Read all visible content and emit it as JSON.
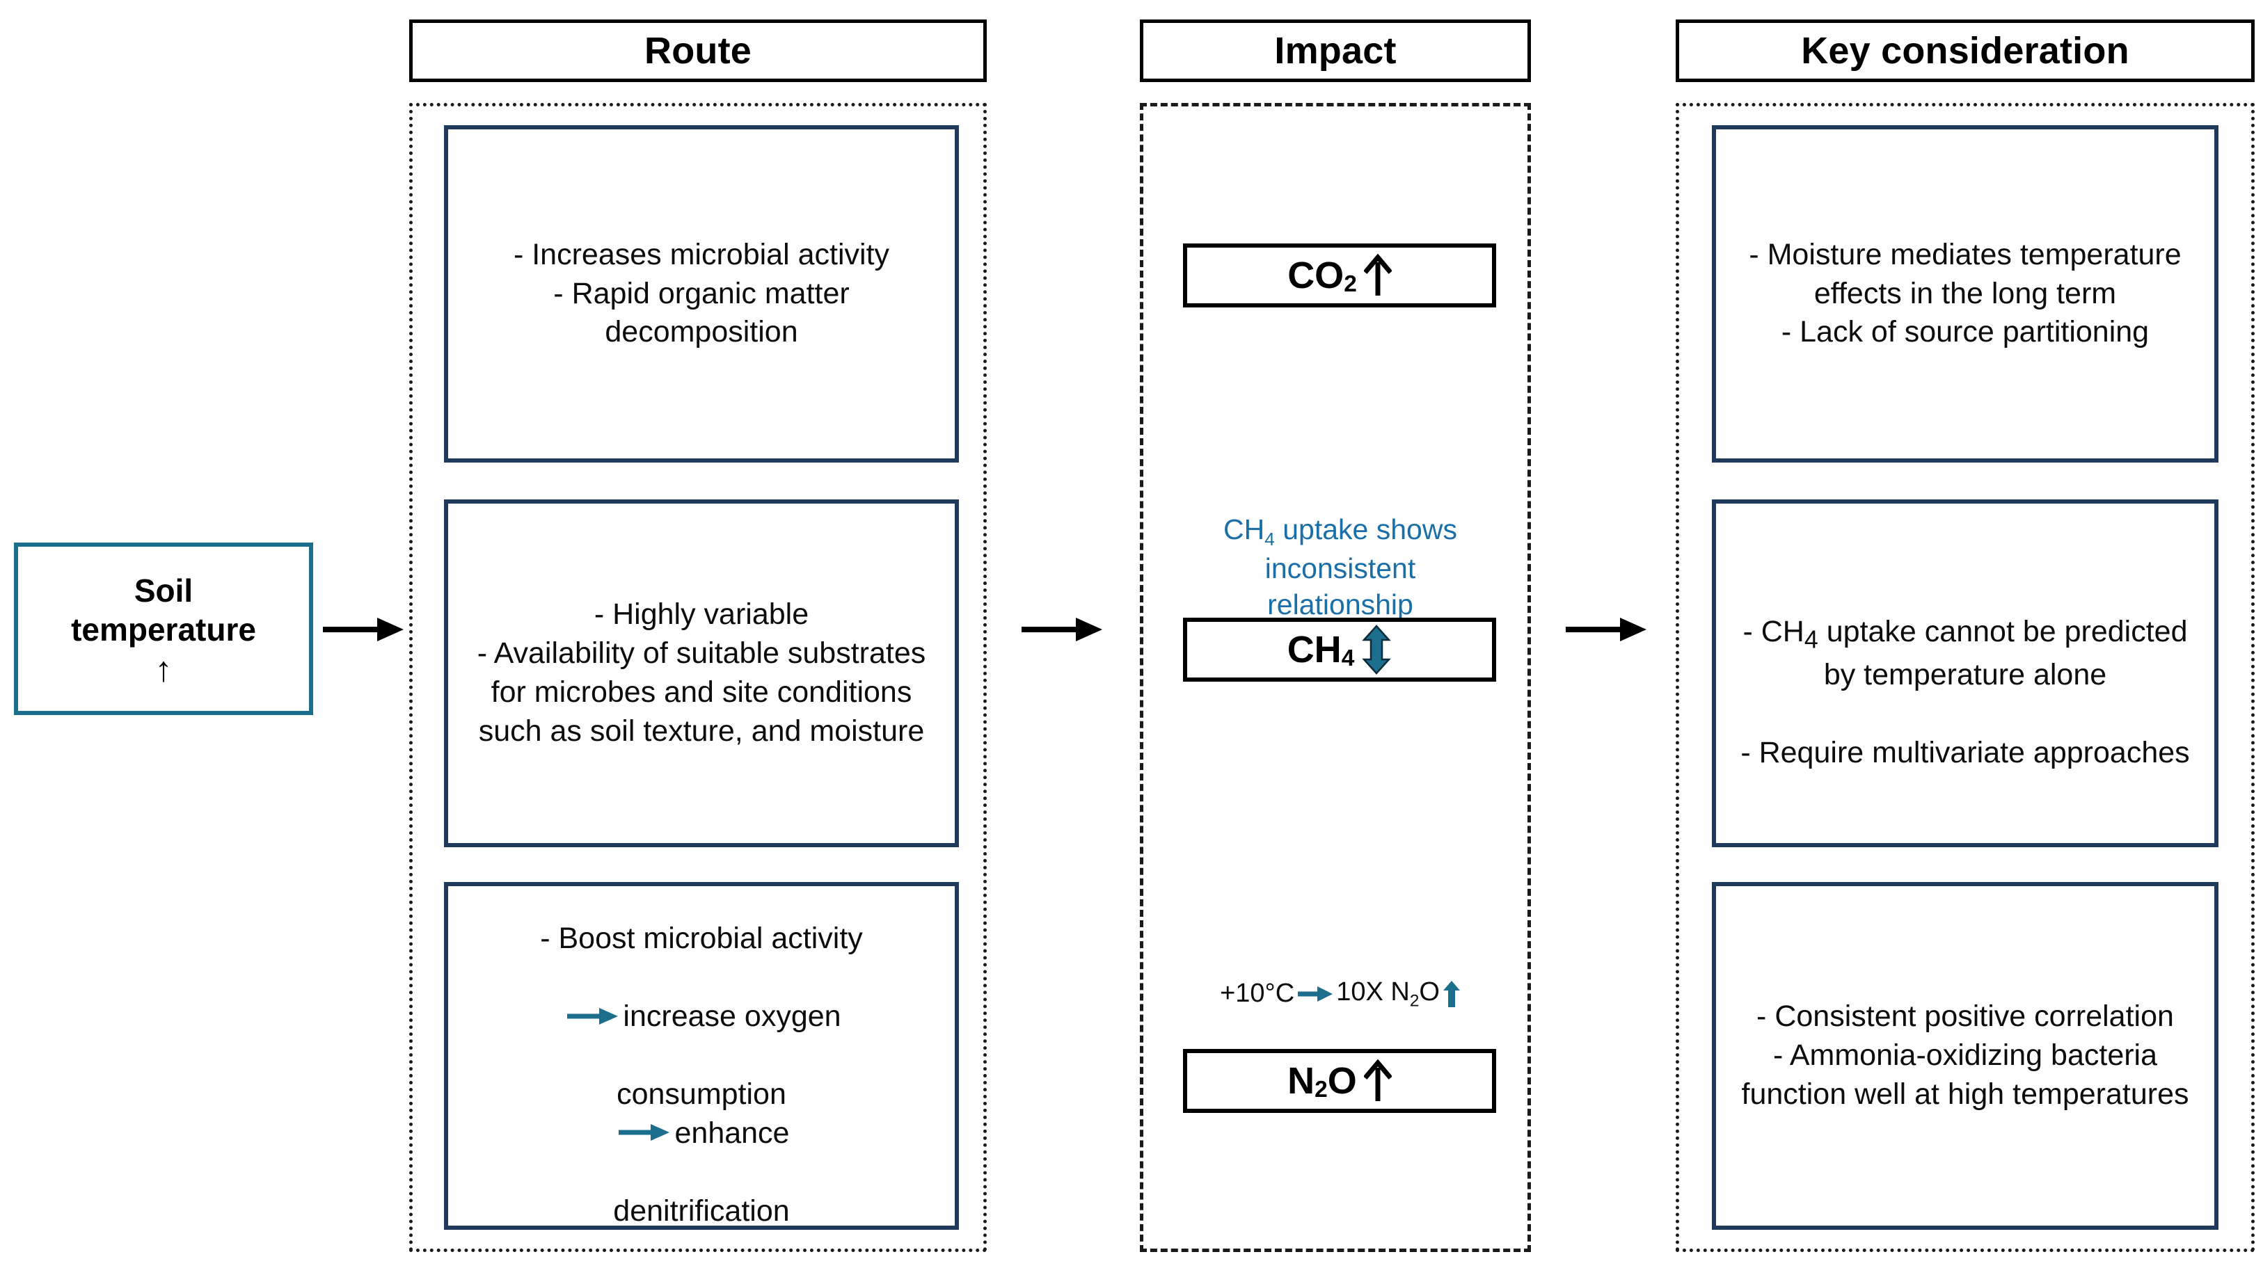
{
  "columns": {
    "route": {
      "header": "Route",
      "border_style": "dotted",
      "boxes": [
        {
          "text": "- Increases microbial activity\n- Rapid organic matter decomposition"
        },
        {
          "text": "- Highly variable\n- Availability of suitable substrates for microbes and site conditions such as soil texture, and moisture"
        },
        {
          "text": "- Boost microbial activity\n→ increase oxygen consumption → enhance denitrification"
        }
      ]
    },
    "impact": {
      "header": "Impact",
      "border_style": "dashed",
      "gases": [
        {
          "name": "CO2",
          "formula_main": "CO",
          "subscript": "2",
          "trend": "increase",
          "trend_glyph": "↑",
          "note": null
        },
        {
          "name": "CH4",
          "formula_main": "CH",
          "subscript": "4",
          "trend": "variable",
          "trend_glyph": "↕",
          "note": "CH4 uptake shows inconsistent relationship",
          "note_color": "#1A6FA8"
        },
        {
          "name": "N2O",
          "formula_main": "N",
          "subscript": "2",
          "formula_tail": "O",
          "trend": "increase",
          "trend_glyph": "↑",
          "note": "+10°C → 10X N2O↑",
          "note_color": "#0d0d0d"
        }
      ],
      "ch4_note_lines": [
        "CH",
        "4",
        " uptake shows",
        "inconsistent",
        "relationship"
      ],
      "n2o_note_parts": {
        "prefix": "+10°C",
        "arrow": "→",
        "middle": "10X N",
        "sub": "2",
        "tail": "O",
        "trend": "↑"
      }
    },
    "key": {
      "header": "Key consideration",
      "border_style": "dotted",
      "boxes": [
        {
          "text": "- Moisture mediates temperature effects in the long term\n- Lack of source partitioning"
        },
        {
          "text": "- CH4 uptake cannot be predicted by temperature alone\n- Require multivariate approaches"
        },
        {
          "text": "- Consistent positive correlation\n- Ammonia-oxidizing bacteria function well at high temperatures"
        }
      ],
      "box2_parts": {
        "line1_a": "- CH",
        "line1_sub": "4",
        "line1_b": " uptake cannot be predicted by temperature alone",
        "line2": "- Require multivariate approaches"
      }
    }
  },
  "source": {
    "title_line1": "Soil",
    "title_line2": "temperature",
    "trend_glyph": "↑"
  },
  "connectors": [
    {
      "name": "source-to-route",
      "glyph": "→"
    },
    {
      "name": "route-to-impact",
      "glyph": "→"
    },
    {
      "name": "impact-to-key",
      "glyph": "→"
    }
  ],
  "colors": {
    "teal_accent": "#1B6E8C",
    "blue_text": "#1A6FA8",
    "navy_border": "#1F3A5A",
    "black": "#000000",
    "background": "#FFFFFF"
  }
}
